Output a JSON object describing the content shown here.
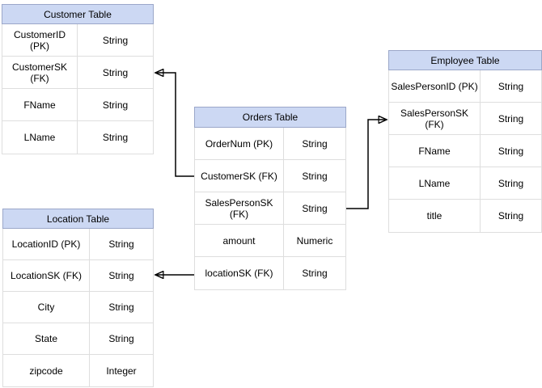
{
  "diagram": {
    "type": "entity-relationship-diagram",
    "colors": {
      "background": "#ffffff",
      "header_fill": "#ccd8f3",
      "header_border": "#9ba7c9",
      "row_border": "#dedede",
      "text": "#000000",
      "arrow": "#000000"
    },
    "tables": {
      "customer": {
        "title": "Customer Table",
        "rows": [
          {
            "name": "CustomerID (PK)",
            "type": "String"
          },
          {
            "name": "CustomerSK\n(FK)",
            "type": "String"
          },
          {
            "name": "FName",
            "type": "String"
          },
          {
            "name": "LName",
            "type": "String"
          }
        ]
      },
      "orders": {
        "title": "Orders Table",
        "rows": [
          {
            "name": "OrderNum (PK)",
            "type": "String"
          },
          {
            "name": "CustomerSK (FK)",
            "type": "String"
          },
          {
            "name": "SalesPersonSK\n(FK)",
            "type": "String"
          },
          {
            "name": "amount",
            "type": "Numeric"
          },
          {
            "name": "locationSK (FK)",
            "type": "String"
          }
        ]
      },
      "employee": {
        "title": "Employee Table",
        "rows": [
          {
            "name": "SalesPersonID (PK)",
            "type": "String"
          },
          {
            "name": "SalesPersonSK\n(FK)",
            "type": "String"
          },
          {
            "name": "FName",
            "type": "String"
          },
          {
            "name": "LName",
            "type": "String"
          },
          {
            "name": "title",
            "type": "String"
          }
        ]
      },
      "location": {
        "title": "Location Table",
        "rows": [
          {
            "name": "LocationID (PK)",
            "type": "String"
          },
          {
            "name": "LocationSK (FK)",
            "type": "String"
          },
          {
            "name": "City",
            "type": "String"
          },
          {
            "name": "State",
            "type": "String"
          },
          {
            "name": "zipcode",
            "type": "Integer"
          }
        ]
      }
    },
    "relationships": [
      {
        "from_table": "Orders Table",
        "from_field": "CustomerSK (FK)",
        "to_table": "Customer Table",
        "to_field": "CustomerSK (FK)"
      },
      {
        "from_table": "Orders Table",
        "from_field": "SalesPersonSK (FK)",
        "to_table": "Employee Table",
        "to_field": "SalesPersonSK (FK)"
      },
      {
        "from_table": "Orders Table",
        "from_field": "locationSK (FK)",
        "to_table": "Location Table",
        "to_field": "LocationSK (FK)"
      }
    ]
  }
}
